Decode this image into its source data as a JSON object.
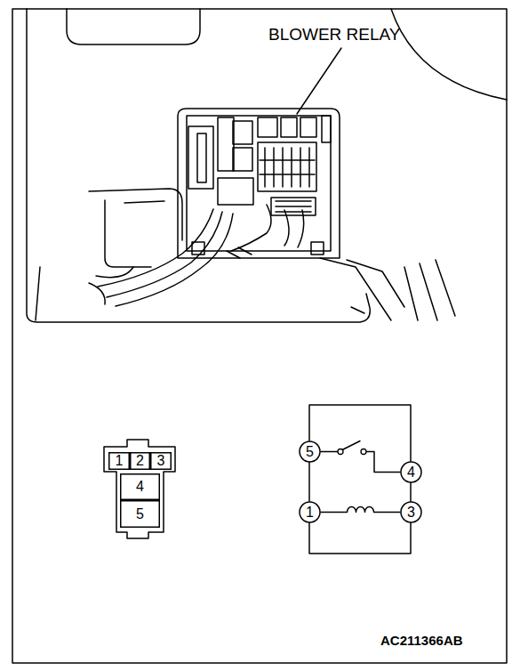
{
  "diagram": {
    "nodes": [
      {
        "text": [
          "1"
        ]
      },
      {
        "text": [
          "2"
        ]
      },
      {
        "text": [
          "3"
        ]
      },
      {
        "text": [
          "4"
        ]
      },
      {
        "text": [
          "5"
        ]
      },
      {
        "text": [
          "5"
        ]
      },
      {
        "text": [
          "4"
        ]
      },
      {
        "text": [
          "1"
        ]
      },
      {
        "text": [
          "3"
        ]
      }
    ],
    "edges": [
      {
        "from": 5,
        "to": 6,
        "arrow": "none"
      },
      {
        "from": 7,
        "to": 8,
        "arrow": "none"
      }
    ],
    "labels": [
      "BLOWER RELAY",
      "AC211366AB"
    ]
  }
}
